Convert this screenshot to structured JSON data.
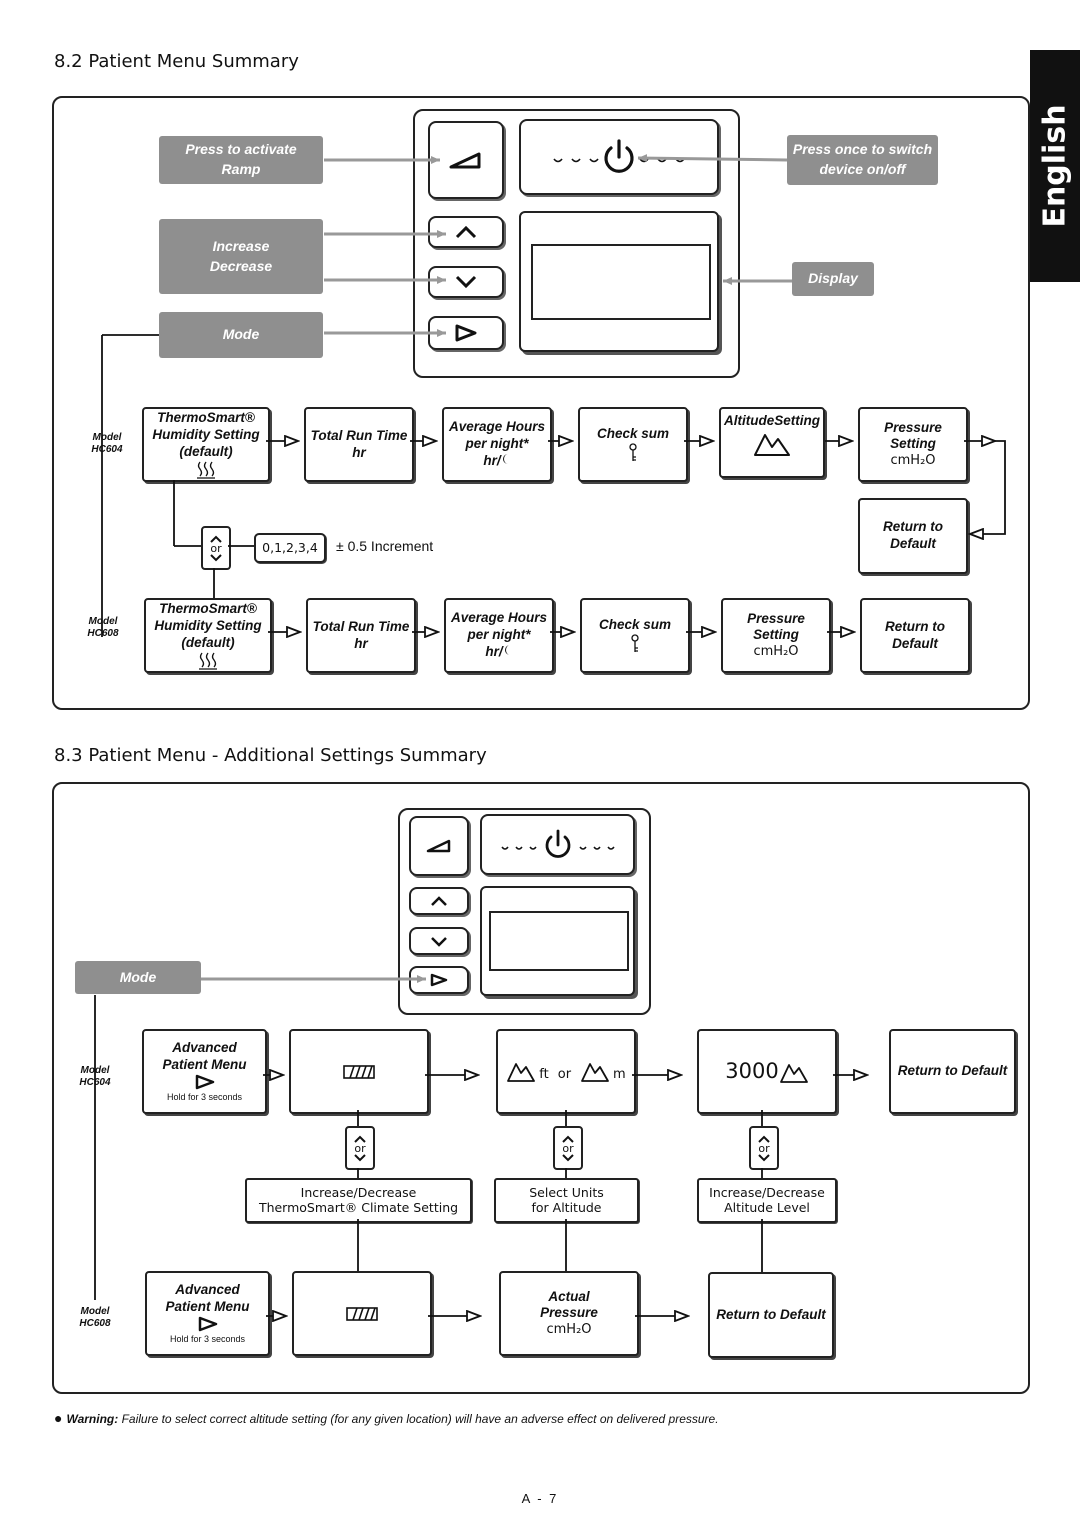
{
  "side_tab": "English",
  "section1": {
    "title": "8.2 Patient Menu Summary",
    "labels": {
      "ramp": [
        "Press to activate",
        "Ramp"
      ],
      "incdec": [
        "Increase",
        "Decrease"
      ],
      "mode": "Mode",
      "power": [
        "Press once to switch",
        "device on/off"
      ],
      "display": "Display"
    },
    "model_hc604": [
      "Model",
      "HC604"
    ],
    "model_hc608": [
      "Model",
      "HC608"
    ],
    "row1": {
      "humidity": [
        "ThermoSmart®",
        "Humidity Setting",
        "(default)"
      ],
      "runtime": [
        "Total Run Time",
        "hr"
      ],
      "avg": [
        "Average Hours",
        "per night*",
        "hr/"
      ],
      "checksum": "Check sum",
      "altitude": "AltitudeSetting",
      "pressure": [
        "Pressure",
        "Setting"
      ],
      "pressure_unit": "cmH₂O",
      "return": [
        "Return to",
        "Default"
      ]
    },
    "options": "0,1,2,3,4",
    "increment": "± 0.5 Increment",
    "or": "or",
    "row2": {
      "humidity": [
        "ThermoSmart®",
        "Humidity Setting",
        "(default)"
      ],
      "runtime": [
        "Total Run Time",
        "hr"
      ],
      "avg": [
        "Average Hours",
        "per night*",
        "hr/"
      ],
      "checksum": "Check sum",
      "pressure": [
        "Pressure",
        "Setting"
      ],
      "pressure_unit": "cmH₂O",
      "return": [
        "Return to",
        "Default"
      ]
    }
  },
  "section2": {
    "title": "8.3 Patient Menu - Additional Settings Summary",
    "mode": "Mode",
    "model_hc604": [
      "Model",
      "HC604"
    ],
    "model_hc608": [
      "Model",
      "HC608"
    ],
    "advanced": [
      "Advanced",
      "Patient Menu"
    ],
    "hold": "Hold for 3 seconds",
    "units": {
      "ft": "ft",
      "or": "or",
      "m": "m"
    },
    "altitude_value": "3000",
    "return": "Return to Default",
    "or": "or",
    "incdec_climate": [
      "Increase/Decrease",
      "ThermoSmart® Climate Setting"
    ],
    "select_units": [
      "Select Units",
      "for Altitude"
    ],
    "incdec_altitude": [
      "Increase/Decrease",
      "Altitude Level"
    ],
    "actual": [
      "Actual",
      "Pressure"
    ],
    "actual_unit": "cmH₂O"
  },
  "warning": {
    "label": "Warning:",
    "text": " Failure to select correct altitude setting (for any given location) will have an adverse effect on delivered pressure."
  },
  "page_number": "A - 7"
}
